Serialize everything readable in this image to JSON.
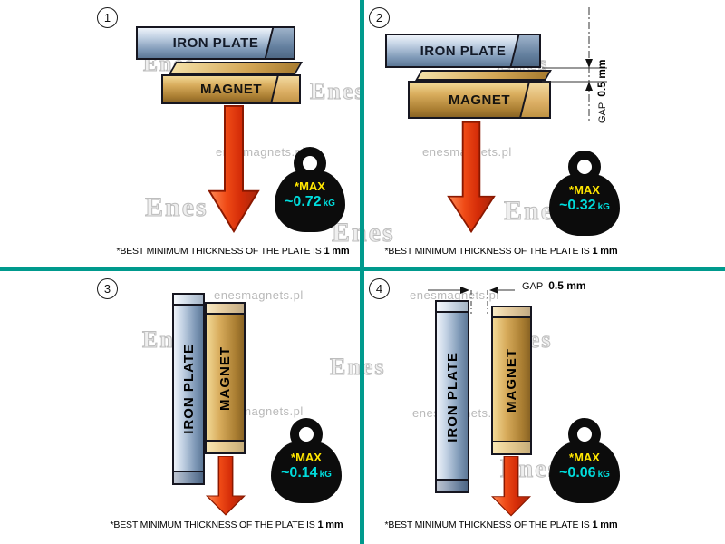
{
  "background": "#ffffff",
  "divider_color": "#009a8d",
  "watermark": {
    "site": "enesmagnets.pl",
    "logo": "Enes"
  },
  "labels": {
    "iron_plate": "IRON PLATE",
    "magnet": "MAGNET",
    "max": "*MAX",
    "unit": "kG",
    "gap_word": "GAP",
    "gap_value": "0.5 mm"
  },
  "caption": {
    "text": "*BEST MINIMUM THICKNESS OF THE PLATE IS",
    "bold": "1 mm"
  },
  "colors": {
    "max_text": "#ffe600",
    "value_text": "#00dcdc",
    "arrow_red": "#d9300e",
    "plate_steel": "#8fa8c4",
    "magnet_gold": "#c99a4a"
  },
  "panels": [
    {
      "number": "1",
      "layout": "horizontal plate on magnet, contact",
      "max_value": "~0.72"
    },
    {
      "number": "2",
      "layout": "horizontal plate over magnet, 0.5 mm gap",
      "max_value": "~0.32"
    },
    {
      "number": "3",
      "layout": "vertical plate beside magnet, contact",
      "max_value": "~0.14"
    },
    {
      "number": "4",
      "layout": "vertical plate beside magnet, 0.5 mm gap",
      "max_value": "~0.06"
    }
  ]
}
